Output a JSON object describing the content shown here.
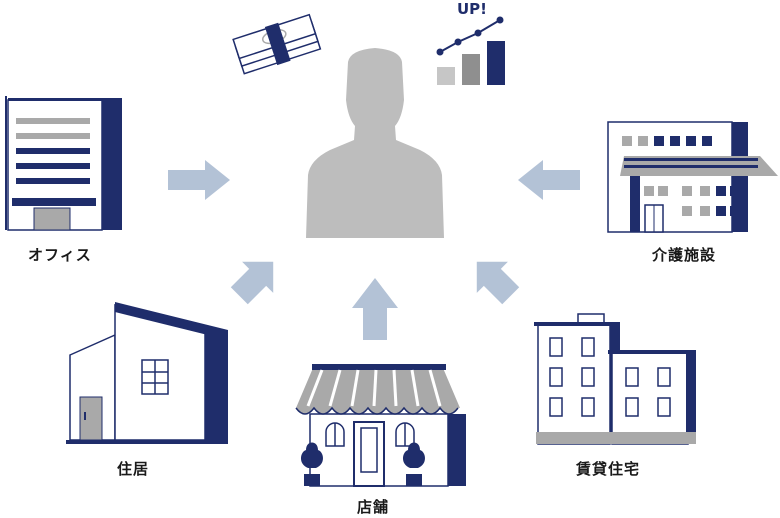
{
  "colors": {
    "navy": "#1f2d6b",
    "gray": "#a9a9a9",
    "light_gray": "#d7d7d7",
    "arrow": "#b3c2d6",
    "person": "#bdbdbd"
  },
  "labels": {
    "office": "オフィス",
    "care": "介護施設",
    "house": "住居",
    "store": "店舗",
    "rental": "賃貸住宅",
    "up": "UP!"
  },
  "icons": [
    "person-icon",
    "cash-bundle-icon",
    "growth-chart-icon",
    "office-building-icon",
    "care-facility-icon",
    "house-icon",
    "store-icon",
    "rental-apartment-icon",
    "arrow-icon"
  ]
}
